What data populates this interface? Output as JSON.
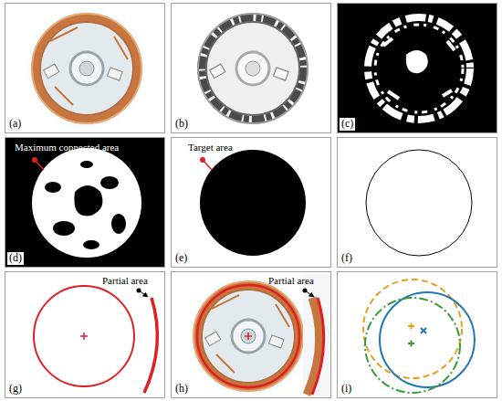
{
  "diagram": {
    "nodes": [
      {
        "text": [
          "(a)"
        ]
      },
      {
        "text": [
          "(b)"
        ]
      },
      {
        "text": [
          "(c)"
        ]
      },
      {
        "text": [
          "(d)",
          "Maximum connected area"
        ]
      },
      {
        "text": [
          "(e)",
          "Target area"
        ]
      },
      {
        "text": [
          "(f)"
        ]
      },
      {
        "text": [
          "(g)",
          "Partial area"
        ]
      },
      {
        "text": [
          "(h)",
          "Partial area"
        ]
      },
      {
        "text": [
          "(i)"
        ]
      }
    ]
  }
}
